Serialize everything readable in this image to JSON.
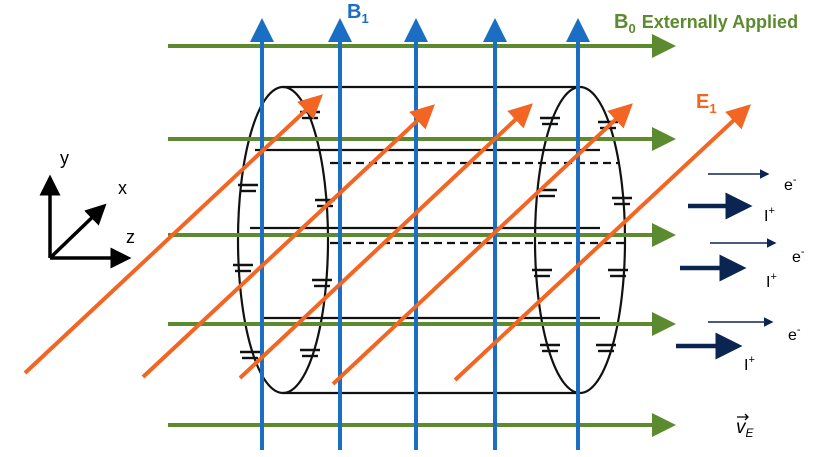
{
  "labels": {
    "b1_main": "B",
    "b1_sub": "1",
    "b0_main": "B",
    "b0_sub": "0",
    "b0_desc": "Externally Applied",
    "e1_main": "E",
    "e1_sub": "1",
    "axis_y": "y",
    "axis_x": "x",
    "axis_z": "z",
    "electron": "e",
    "electron_sup": "-",
    "ion": "I",
    "ion_sup": "+",
    "drift_v": "v",
    "drift_sub": "E"
  },
  "colors": {
    "b0": "#5b8a2f",
    "b1": "#1a6fc4",
    "e1": "#f26522",
    "cage": "#111111",
    "particle": "#0b2553"
  }
}
